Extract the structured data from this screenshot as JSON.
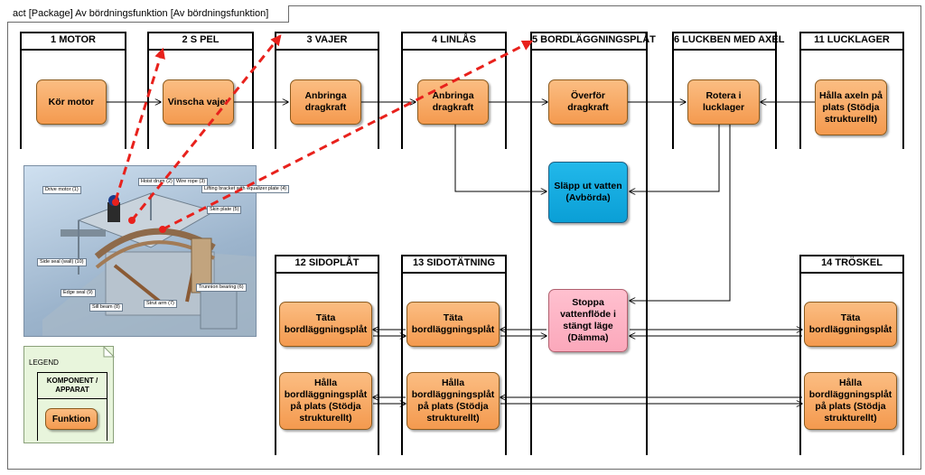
{
  "frame": {
    "title": "act [Package] Av bördningsfunktion [Av bördningsfunktion]"
  },
  "lanes": [
    {
      "label": "1 MOTOR"
    },
    {
      "label": "2 S PEL"
    },
    {
      "label": "3 VAJER"
    },
    {
      "label": "4 LINLÅS"
    },
    {
      "label": "5 BORDLÄGGNINGSPLÅT"
    },
    {
      "label": "6 LUCKBEN MED AXEL"
    },
    {
      "label": "11 LUCKLAGER"
    },
    {
      "label": "12 SIDOPLÅT"
    },
    {
      "label": "13 SIDOTÄTNING"
    },
    {
      "label": "14 TRÖSKEL"
    }
  ],
  "nodes": {
    "kor_motor": "Kör motor",
    "vinscha": "Vinscha vajer",
    "anbringa_3": "Anbringa dragkraft",
    "anbringa_4": "Anbringa dragkraft",
    "overfor": "Överför dragkraft",
    "rotera": "Rotera i lucklager",
    "halla_axeln": "Hålla axeln på plats (Stödja strukturellt)",
    "slapp": "Släpp ut vatten (Avbörda)",
    "stoppa": "Stoppa vattenflöde i stängt läge (Dämma)",
    "tata_12": "Täta bordläggningsplåt",
    "tata_13": "Täta bordläggningsplåt",
    "tata_14": "Täta bordläggningsplåt",
    "halla_12": "Hålla bordläggningsplåt på plats (Stödja strukturellt)",
    "halla_13": "Hålla bordläggningsplåt på plats (Stödja strukturellt)",
    "halla_14": "Hålla bordläggningsplåt på plats (Stödja strukturellt)"
  },
  "photo": {
    "callouts": {
      "drive_motor": "Drive motor (1)",
      "hoist_drum": "Hoist drum (2)",
      "wire_rope": "Wire rope (3)",
      "lifting_bracket": "Lifting bracket with equalizer plate (4)",
      "skin_plate": "Skin plate (5)",
      "side_seal": "Side seal (wall) (10)",
      "edge_seal": "Edge seal (9)",
      "sill_beam": "Sill beam (8)",
      "strut_arm": "Strut arm (7)",
      "trunnion": "Trunnion bearing (6)"
    }
  },
  "legend": {
    "title": "LEGEND",
    "component_label": "KOMPONENT / APPARAT",
    "function_label": "Funktion"
  },
  "colors": {
    "function_node": "#f7a862",
    "discharge_node": "#12aee3",
    "stop_node": "#fcb4c5",
    "trace_arrow": "#e8211c",
    "legend_bg": "#e8f5dc"
  }
}
